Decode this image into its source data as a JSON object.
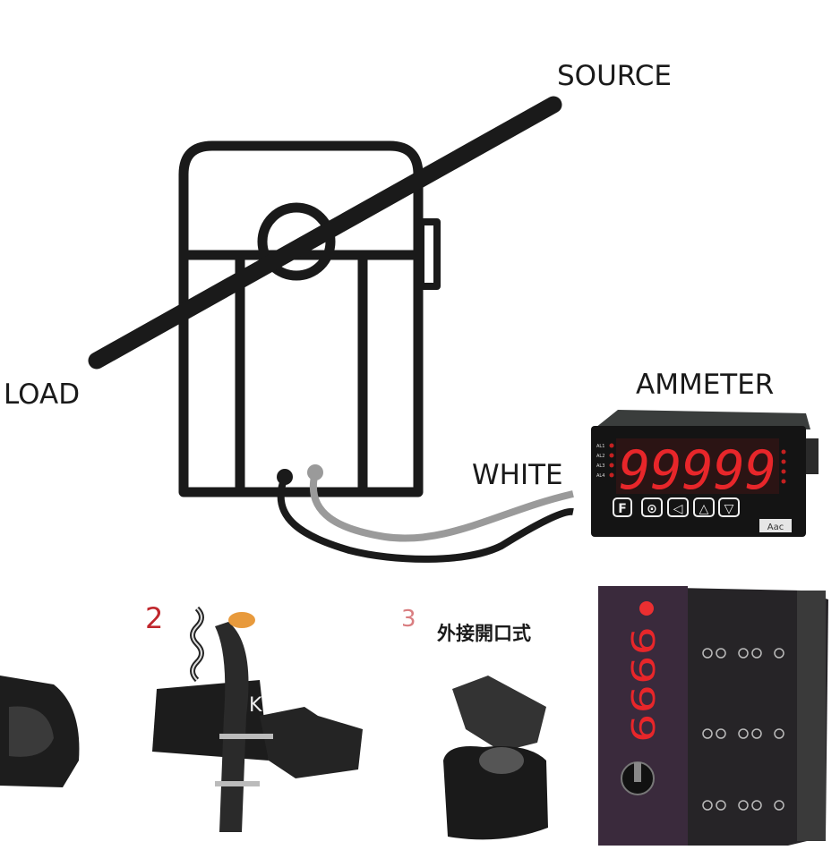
{
  "diagram": {
    "labels": {
      "source": "SOURCE",
      "load": "LOAD",
      "ammeter": "AMMETER",
      "white": "WHITE"
    },
    "ammeter": {
      "display": "99999",
      "left_indicators": [
        "AL1",
        "AL2",
        "AL3",
        "AL4"
      ],
      "buttons": [
        "F",
        "⊙",
        "◁",
        "△",
        "▽"
      ],
      "unit_label": "Aac"
    }
  },
  "photos": {
    "step_2": "2",
    "step_3": "3",
    "wire_mark": "K",
    "caption_3": "外接開口式",
    "device_display": "9999"
  },
  "colors": {
    "led_red": "#e8262a",
    "wire_gray": "#9a9a9a",
    "step_red": "#c0272d"
  }
}
